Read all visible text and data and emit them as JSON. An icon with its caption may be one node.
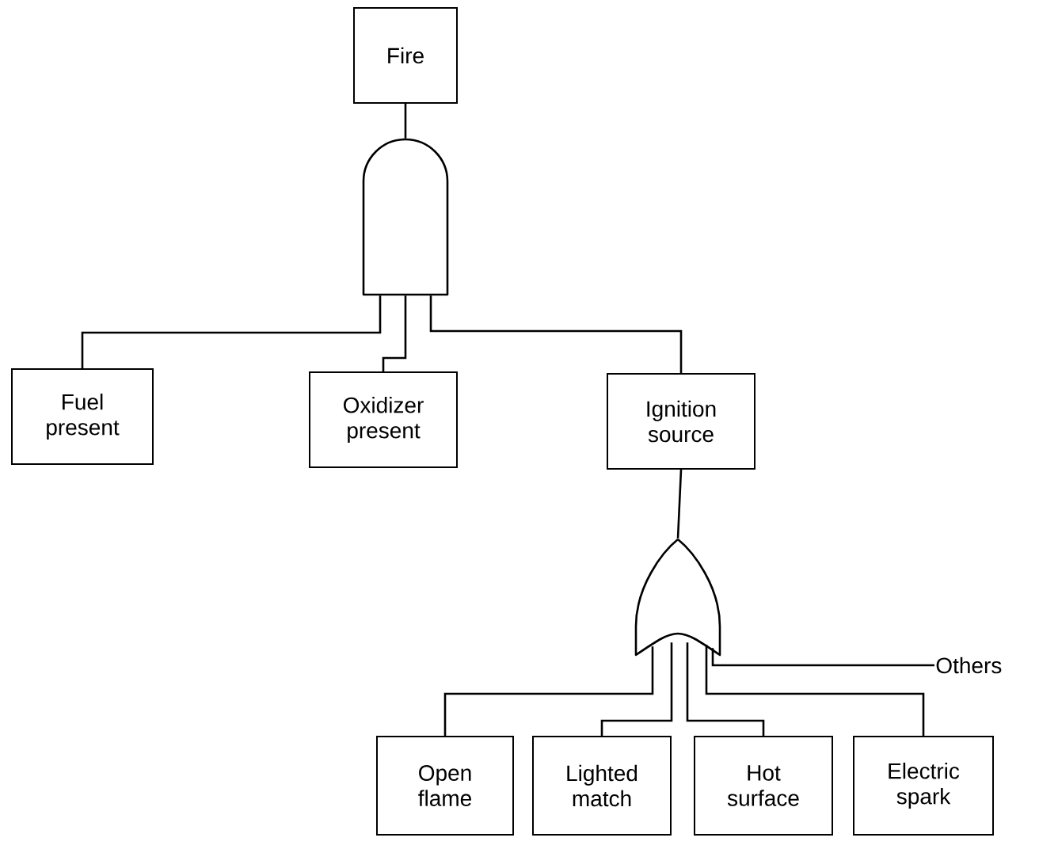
{
  "diagram": {
    "nodes": [
      {
        "text": [
          "Fire"
        ]
      },
      {
        "text": [],
        "shape": "and-gate"
      },
      {
        "text": [
          "Fuel present"
        ]
      },
      {
        "text": [
          "Oxidizer present"
        ]
      },
      {
        "text": [
          "Ignition source"
        ]
      },
      {
        "text": [],
        "shape": "or-gate"
      },
      {
        "text": [
          "Open flame"
        ]
      },
      {
        "text": [
          "Lighted match"
        ]
      },
      {
        "text": [
          "Hot surface"
        ]
      },
      {
        "text": [
          "Electric spark"
        ]
      },
      {
        "text": [
          "Others"
        ]
      }
    ],
    "edges": [
      {
        "from": 0,
        "to": 1,
        "arrow": "none"
      },
      {
        "from": 1,
        "to": 2,
        "arrow": "none"
      },
      {
        "from": 1,
        "to": 3,
        "arrow": "none"
      },
      {
        "from": 1,
        "to": 4,
        "arrow": "none"
      },
      {
        "from": 4,
        "to": 5,
        "arrow": "none"
      },
      {
        "from": 5,
        "to": 6,
        "arrow": "none"
      },
      {
        "from": 5,
        "to": 7,
        "arrow": "none"
      },
      {
        "from": 5,
        "to": 8,
        "arrow": "none"
      },
      {
        "from": 5,
        "to": 9,
        "arrow": "none"
      },
      {
        "from": 5,
        "to": 10,
        "arrow": "none"
      }
    ]
  }
}
